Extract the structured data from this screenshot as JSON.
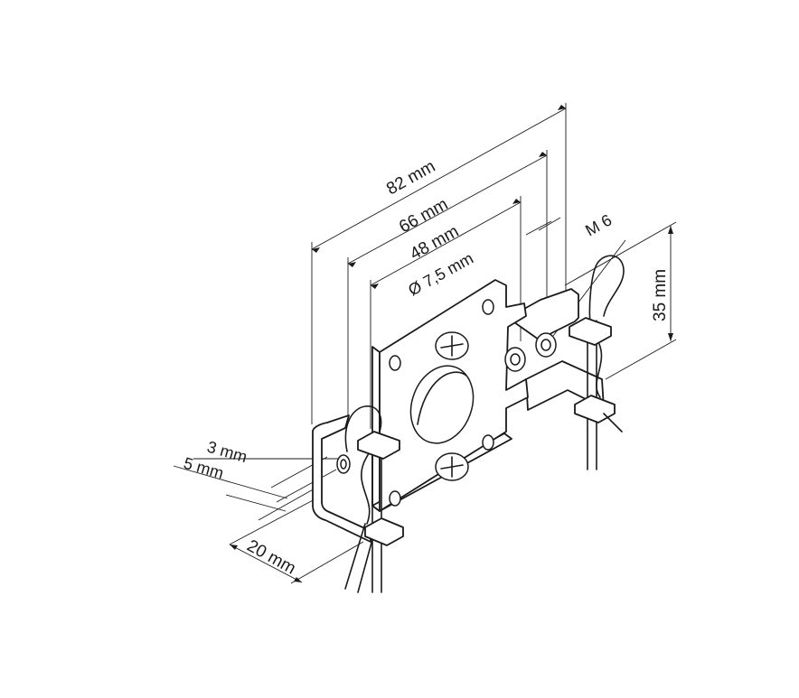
{
  "dimensions": {
    "d82": "82 mm",
    "d66": "66 mm",
    "d48": "48 mm",
    "d75": "Ø 7,5 mm",
    "m6": "M 6",
    "d35": "35 mm",
    "d3": "3 mm",
    "d5": "5 mm",
    "d20": "20 mm"
  }
}
